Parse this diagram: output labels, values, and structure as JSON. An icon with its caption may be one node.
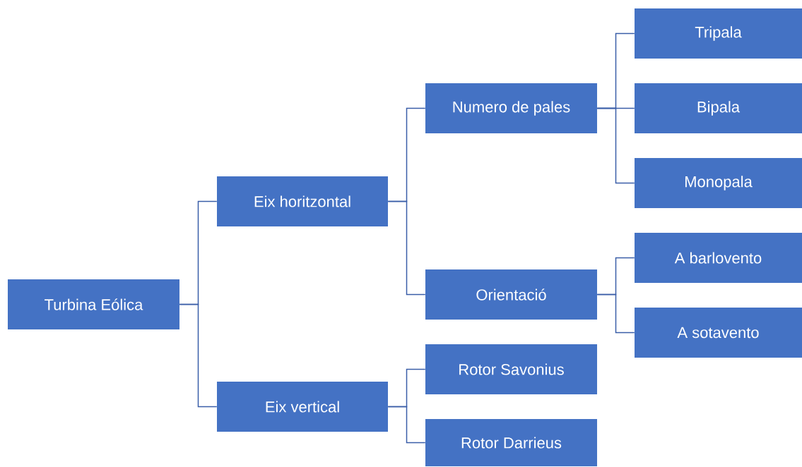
{
  "diagram": {
    "nodes": [
      {
        "text": [
          "Turbina Eólica"
        ]
      },
      {
        "text": [
          "Eix horitzontal"
        ]
      },
      {
        "text": [
          "Numero de pales"
        ]
      },
      {
        "text": [
          "Tripala"
        ]
      },
      {
        "text": [
          "Bipala"
        ]
      },
      {
        "text": [
          "Monopala"
        ]
      },
      {
        "text": [
          "Orientació"
        ]
      },
      {
        "text": [
          "A barlovento"
        ]
      },
      {
        "text": [
          "A sotavento"
        ]
      },
      {
        "text": [
          "Eix vertical"
        ]
      },
      {
        "text": [
          "Rotor Savonius"
        ]
      },
      {
        "text": [
          "Rotor Darrieus"
        ]
      }
    ],
    "edges": [
      {
        "from": 0,
        "to": 1,
        "arrow": "none"
      },
      {
        "from": 0,
        "to": 9,
        "arrow": "none"
      },
      {
        "from": 1,
        "to": 2,
        "arrow": "none"
      },
      {
        "from": 1,
        "to": 6,
        "arrow": "none"
      },
      {
        "from": 2,
        "to": 3,
        "arrow": "none"
      },
      {
        "from": 2,
        "to": 4,
        "arrow": "none"
      },
      {
        "from": 2,
        "to": 5,
        "arrow": "none"
      },
      {
        "from": 6,
        "to": 7,
        "arrow": "none"
      },
      {
        "from": 6,
        "to": 8,
        "arrow": "none"
      },
      {
        "from": 9,
        "to": 10,
        "arrow": "none"
      },
      {
        "from": 9,
        "to": 11,
        "arrow": "none"
      }
    ]
  }
}
